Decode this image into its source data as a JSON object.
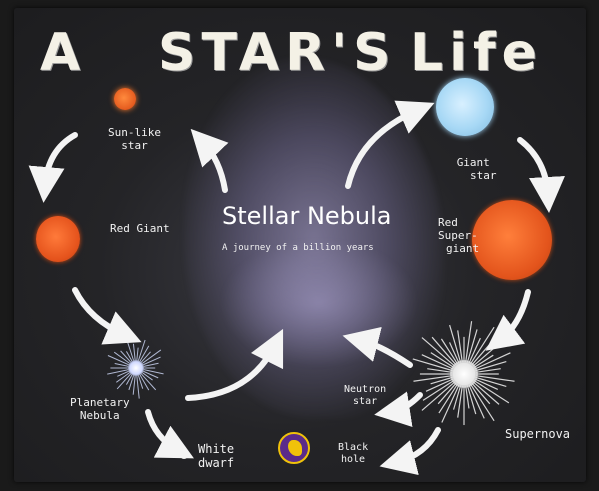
{
  "title": {
    "part1": "A",
    "part2": "STAR'S",
    "part3": "Life"
  },
  "center": {
    "heading": "Stellar Nebula",
    "subtitle": "A journey of a billion years"
  },
  "stages": {
    "sun_like_star": [
      "Sun-like",
      "star"
    ],
    "red_giant": "Red Giant",
    "planetary_nebula": [
      "Planetary",
      "Nebula"
    ],
    "white_dwarf": [
      "White",
      "dwarf"
    ],
    "giant_star": [
      "Giant",
      "star"
    ],
    "red_super_giant": [
      "Red",
      "Super-",
      "giant"
    ],
    "supernova": "Supernova",
    "neutron_star": [
      "Neutron",
      "star"
    ],
    "black_hole": [
      "Black",
      "hole"
    ]
  },
  "colors": {
    "background": "#242427",
    "text": "#f2f2f2",
    "sun_like_star": "#e45a1e",
    "red_giant": "#e5531c",
    "giant_star": "#a7d8f5",
    "red_super_giant": "#e3541c",
    "badge": "#5a2a8a"
  }
}
